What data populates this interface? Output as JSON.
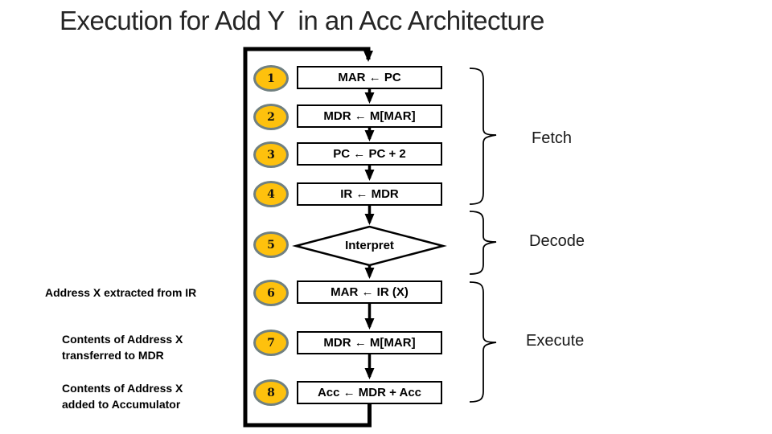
{
  "title": "Execution for Add Y  in an Acc Architecture",
  "flowchart": {
    "steps": [
      {
        "num": "1",
        "text": "MAR ← PC"
      },
      {
        "num": "2",
        "text": "MDR ← M[MAR]"
      },
      {
        "num": "3",
        "text": "PC ← PC + 2"
      },
      {
        "num": "4",
        "text": "IR ← MDR"
      },
      {
        "num": "5",
        "text": "Interpret"
      },
      {
        "num": "6",
        "text": "MAR ← IR (X)"
      },
      {
        "num": "7",
        "text": "MDR ← M[MAR]"
      },
      {
        "num": "8",
        "text": "Acc ← MDR + Acc"
      }
    ],
    "phases": [
      {
        "label": "Fetch"
      },
      {
        "label": "Decode"
      },
      {
        "label": "Execute"
      }
    ],
    "annotations": [
      {
        "line1": "Address X extracted from IR",
        "line2": ""
      },
      {
        "line1": "Contents of Address X",
        "line2": "transferred to MDR"
      },
      {
        "line1": "Contents of Address X",
        "line2": "added to Accumulator"
      }
    ]
  },
  "colors": {
    "step_fill": "#FEC10D",
    "step_border": "#708080",
    "line": "#000000",
    "text": "#262626"
  }
}
